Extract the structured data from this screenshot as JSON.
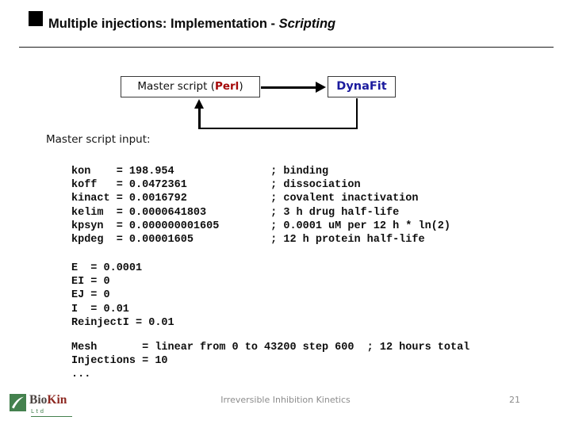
{
  "title": {
    "main": "Multiple injections: Implementation - ",
    "emphasis": "Scripting"
  },
  "diagram": {
    "master_box": {
      "prefix": "Master script (",
      "highlight": "Perl",
      "suffix": ")"
    },
    "dynafit_box": {
      "label": "DynaFit"
    }
  },
  "section_label": "Master script input:",
  "code1": [
    "kon    = 198.954               ; binding",
    "koff   = 0.0472361             ; dissociation",
    "kinact = 0.0016792             ; covalent inactivation",
    "kelim  = 0.0000641803          ; 3 h drug half-life",
    "kpsyn  = 0.000000001605        ; 0.0001 uM per 12 h * ln(2)",
    "kpdeg  = 0.00001605            ; 12 h protein half-life"
  ],
  "code2": [
    "E  = 0.0001",
    "EI = 0",
    "EJ = 0",
    "I  = 0.01",
    "ReinjectI = 0.01"
  ],
  "code3": [
    "Mesh       = linear from 0 to 43200 step 600  ; 12 hours total",
    "Injections = 10",
    "..."
  ],
  "footer": {
    "logo": {
      "bio": "Bio",
      "kin": "Kin",
      "ltd": "Ltd"
    },
    "center_text": "Irreversible Inhibition Kinetics",
    "page_number": "21"
  },
  "colors": {
    "perl_red": "#a50808",
    "dynafit_blue": "#1b1b9e",
    "logo_green": "#44814e",
    "biokin_red": "#8e2a23",
    "footer_gray": "#8c8c8c"
  }
}
